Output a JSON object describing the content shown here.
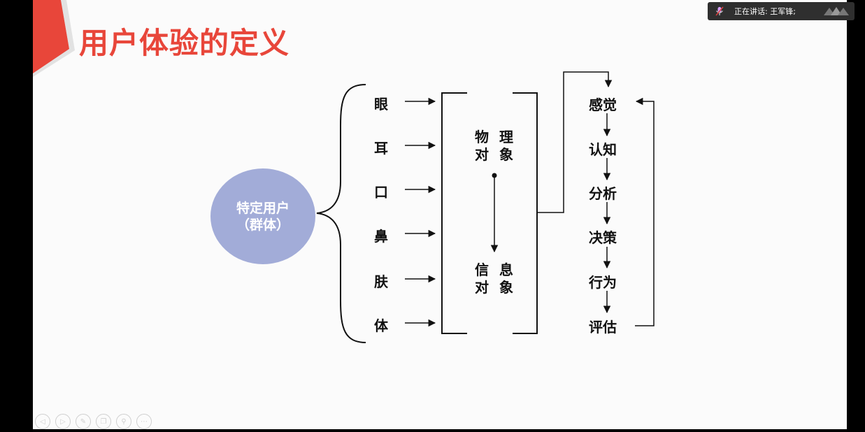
{
  "slide": {
    "title": "用户体验的定义",
    "user_label_line1": "特定用户",
    "user_label_line2": "（群体）",
    "senses": [
      "眼",
      "耳",
      "口",
      "鼻",
      "肤",
      "体"
    ],
    "objects": {
      "physical_line1": "物 理",
      "physical_line2": "对 象",
      "info_line1": "信 息",
      "info_line2": "对 象"
    },
    "steps": [
      "感觉",
      "认知",
      "分析",
      "决策",
      "行为",
      "评估"
    ]
  },
  "meeting": {
    "speaking_text": "正在讲话: 王军锋;"
  },
  "toolbar": {
    "icons": [
      "prev-icon",
      "next-icon",
      "pen-icon",
      "copy-icon",
      "zoom-icon",
      "more-icon"
    ]
  },
  "colors": {
    "title": "#e8463a",
    "accent_shape": "#e8463a",
    "circle": "#a2acd8"
  }
}
